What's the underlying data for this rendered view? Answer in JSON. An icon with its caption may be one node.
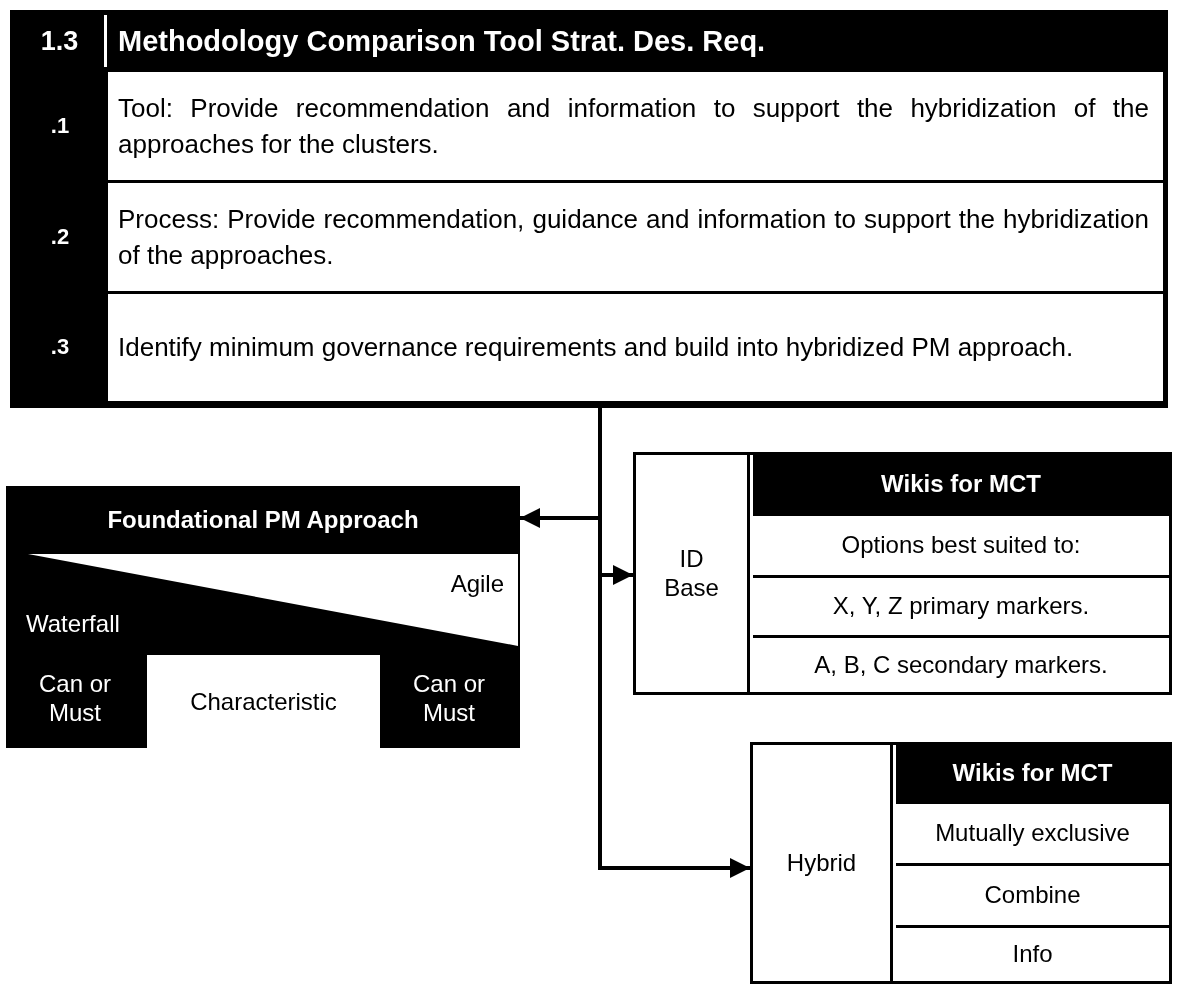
{
  "diagram": {
    "nodes": [
      {
        "text": [
          "1.3",
          "Methodology Comparison Tool Strat. Des. Req."
        ]
      },
      {
        "text": [
          ".1",
          "Tool: Provide recommendation and information to support the hybridization of the approaches for the clusters."
        ],
        "in": 0
      },
      {
        "text": [
          ".2",
          "Process: Provide recommendation, guidance and information to support the hybridization of the approaches."
        ],
        "in": 0
      },
      {
        "text": [
          ".3",
          "Identify minimum governance requirements and build into hybridized PM approach."
        ],
        "in": 0
      },
      {
        "text": [
          "Foundational PM Approach",
          "Agile",
          "Waterfall",
          "Can or Must",
          "Can or Must"
        ]
      },
      {
        "text": [
          "Characteristic"
        ],
        "in": 4
      },
      {
        "text": [
          "ID Base",
          "Wikis for MCT",
          "Options best suited to:",
          "X, Y, Z primary markers.",
          "A, B, C secondary markers."
        ]
      },
      {
        "text": [
          "Hybrid",
          "Wikis for MCT",
          "Mutually exclusive",
          "Combine",
          "Info"
        ]
      }
    ],
    "edges": [
      {
        "from": 0,
        "to": 4,
        "arrow": "to"
      },
      {
        "from": 0,
        "to": 6,
        "arrow": "to"
      },
      {
        "from": 0,
        "to": 7,
        "arrow": "to"
      }
    ]
  }
}
